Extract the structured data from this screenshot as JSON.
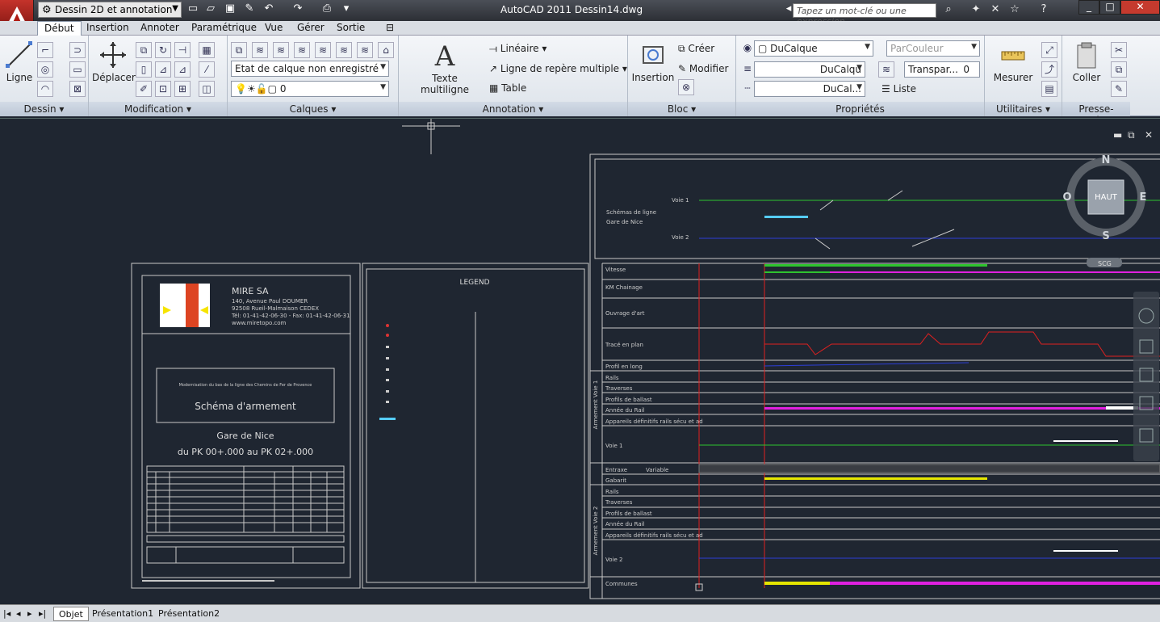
{
  "window": {
    "app_title": "AutoCAD 2011    Dessin14.dwg",
    "workspace": "Dessin 2D et annotation",
    "search_placeholder": "Tapez un mot-clé ou une expression"
  },
  "tabs": [
    "Début",
    "Insertion",
    "Annoter",
    "Paramétrique",
    "Vue",
    "Gérer",
    "Sortie"
  ],
  "panels": {
    "dessin": {
      "title": "Dessin",
      "ligne": "Ligne"
    },
    "modification": {
      "title": "Modification",
      "deplacer": "Déplacer"
    },
    "calques": {
      "title": "Calques",
      "layer_state": "Etat de calque non enregistré",
      "layer_current": "0"
    },
    "annotation": {
      "title": "Annotation",
      "texte": "Texte multiligne",
      "lineaire": "Linéaire",
      "ligne_repere": "Ligne de repère multiple",
      "table": "Table"
    },
    "bloc": {
      "title": "Bloc",
      "insertion": "Insertion",
      "creer": "Créer",
      "modifier": "Modifier"
    },
    "proprietes": {
      "title": "Propriétés",
      "calque": "DuCalque",
      "couleur": "ParCouleur",
      "ltype": "DuCalqu",
      "lweight": "DuCal...",
      "transp": "Transpar...",
      "transp_val": "0",
      "liste": "Liste"
    },
    "utilitaires": {
      "title": "Utilitaires",
      "mesurer": "Mesurer"
    },
    "presse": {
      "title": "Presse-papiers",
      "coller": "Coller"
    }
  },
  "layout_tabs": [
    "Objet",
    "Présentation1",
    "Présentation2"
  ],
  "viewcube": {
    "n": "N",
    "s": "S",
    "e": "E",
    "w": "O",
    "top": "HAUT",
    "ucs": "SCG"
  },
  "drawing": {
    "company": "MIRE SA",
    "address1": "140, Avenue Paul DOUMER",
    "address2": "92508 Rueil-Malmaison CEDEX",
    "phone": "Tél: 01-41-42-06-30 - Fax: 01-41-42-06-31",
    "web": "www.miretopo.com",
    "project_desc": "Modernisation du bas de la ligne des Chemins de Fer de Provence",
    "title": "Schéma d'armement",
    "station": "Gare de Nice",
    "pk_range": "du PK 00+.000 au PK 02+.000",
    "legend_title": "LEGEND",
    "schema_line1": "Schémas de ligne",
    "schema_line2": "Gare de Nice",
    "voie1": "Voie 1",
    "voie2": "Voie 2",
    "rows_top": [
      "Vitesse",
      "KM Chainage",
      "Ouvrage d'art",
      "Tracé en plan",
      "Profil en long"
    ],
    "rows_v1": [
      "Rails",
      "Traverses",
      "Profils de ballast",
      "Année du Rail",
      "Appareils définitifs rails sécu et ad",
      "Voie 1"
    ],
    "armement_v1": "Armement Voie 1",
    "entraxe": "Entraxe",
    "variable": "Variable",
    "rows_v2": [
      "Gabarit",
      "Rails",
      "Traverses",
      "Profils de ballast",
      "Année du Rail",
      "Appareils définitifs rails sécu et ad",
      "Voie 2"
    ],
    "armement_v2": "Armement Voie 2",
    "communes": "Communes"
  }
}
